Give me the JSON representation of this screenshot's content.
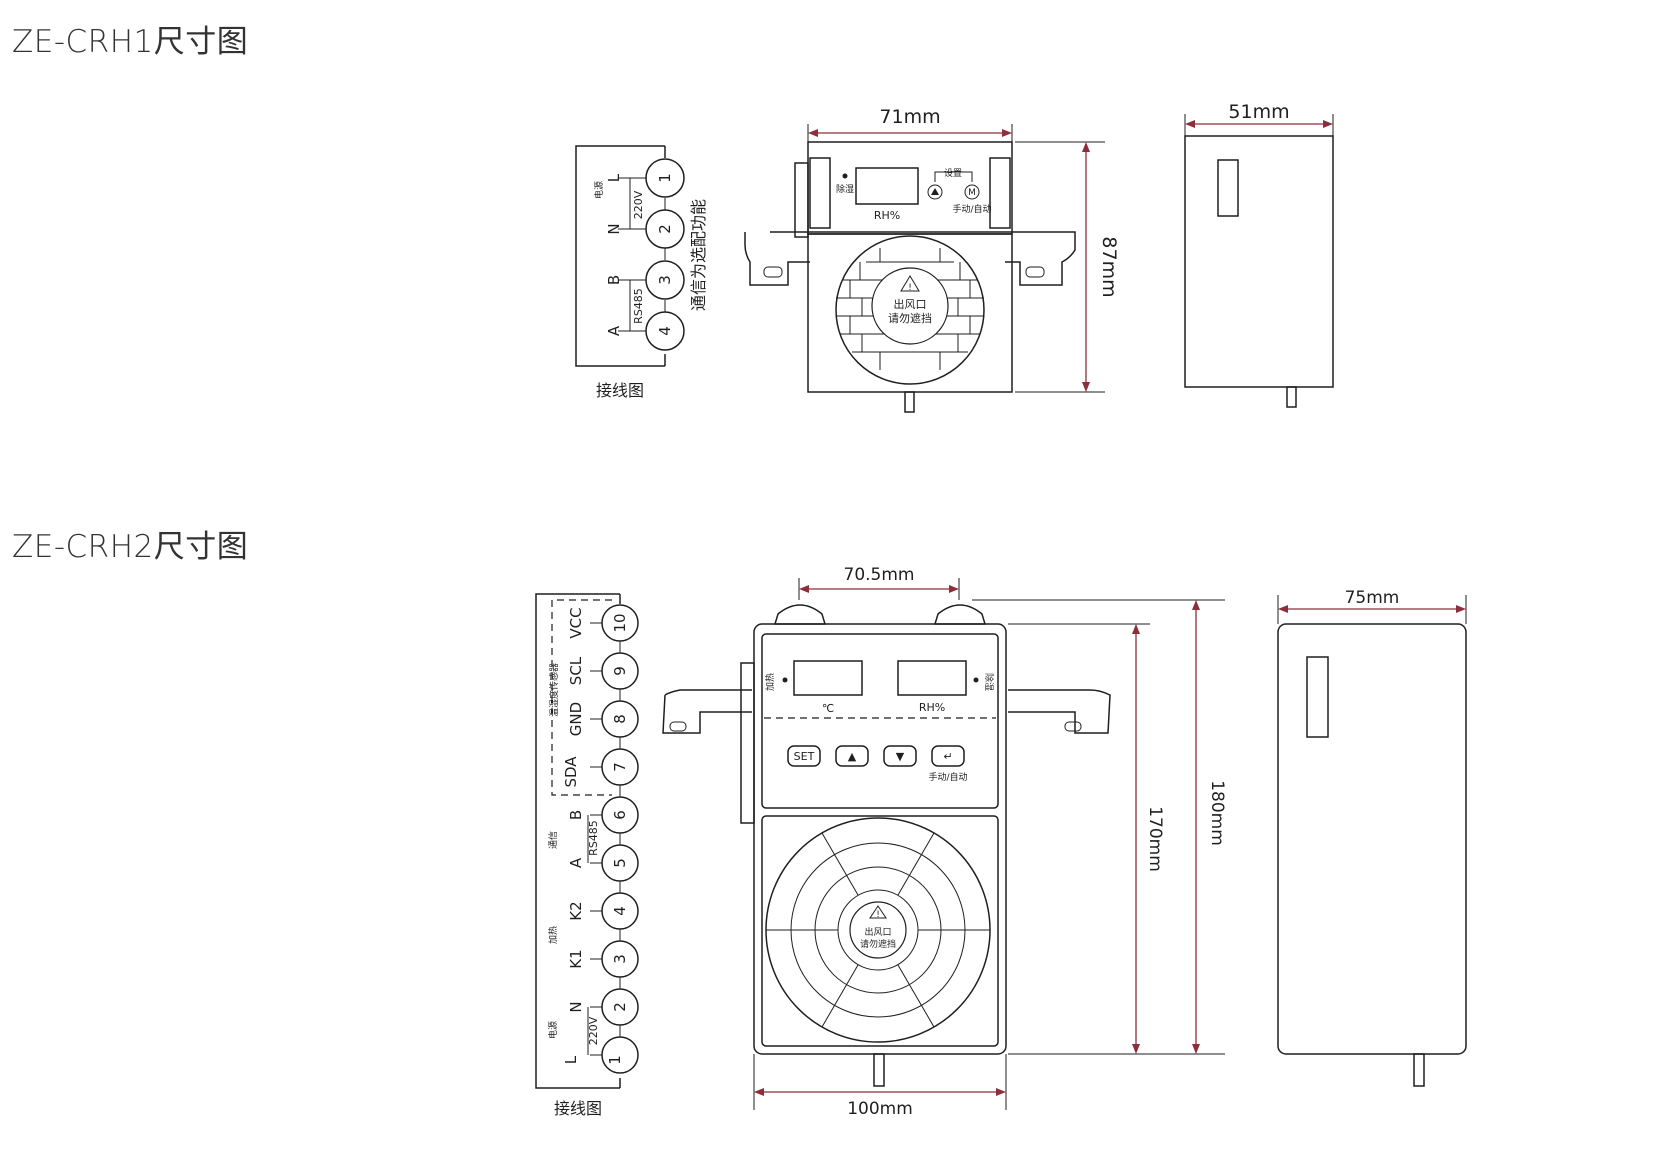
{
  "section1": {
    "title": "ZE-CRH1尺寸图",
    "wiring": {
      "caption": "接线图",
      "note": "通信为选配功能",
      "terminals": [
        "1",
        "2",
        "3",
        "4"
      ],
      "signals": [
        "L",
        "N",
        "B",
        "A"
      ],
      "group_labels": [
        "电源",
        "220V",
        "RS485"
      ]
    },
    "front": {
      "width_dim": "71mm",
      "height_dim": "87mm",
      "indicator_label": "除湿",
      "display_unit": "RH%",
      "settings_label": "设置",
      "mode_label": "手动/自动",
      "outlet_label_1": "出风口",
      "outlet_label_2": "请勿遮挡"
    },
    "side": {
      "depth_dim": "51mm"
    }
  },
  "section2": {
    "title": "ZE-CRH2尺寸图",
    "wiring": {
      "caption": "接线图",
      "terminals": [
        "10",
        "9",
        "8",
        "7",
        "6",
        "5",
        "4",
        "3",
        "2",
        "1"
      ],
      "signals": [
        "VCC",
        "SCL",
        "GND",
        "SDA",
        "B",
        "A",
        "K2",
        "K1",
        "N",
        "L"
      ],
      "group_labels": [
        "温湿度传感器",
        "通信",
        "RS485",
        "加热",
        "电源",
        "220V"
      ]
    },
    "front": {
      "top_dim": "70.5mm",
      "bottom_dim": "100mm",
      "height_inner_dim": "170mm",
      "height_outer_dim": "180mm",
      "left_indicator": "加热",
      "right_indicator": "除湿",
      "temp_unit": "℃",
      "humidity_unit": "RH%",
      "buttons": [
        "SET",
        "▲",
        "▼",
        "↵"
      ],
      "mode_label": "手动/自动",
      "outlet_label_1": "出风口",
      "outlet_label_2": "请勿遮挡"
    },
    "side": {
      "depth_dim": "75mm"
    }
  }
}
